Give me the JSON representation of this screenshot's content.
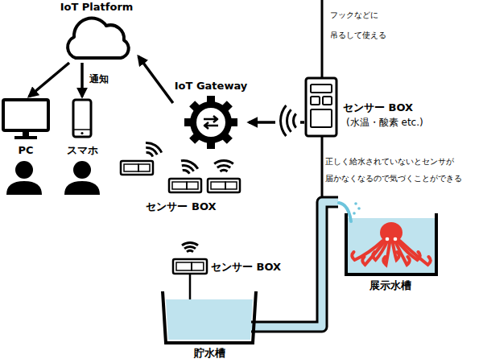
{
  "diagram": {
    "nodes": [
      {
        "text": [
          "IoT Platform"
        ]
      },
      {
        "text": [
          "PC"
        ]
      },
      {
        "text": [
          "スマホ"
        ]
      },
      {
        "text": [
          "IoT Gateway"
        ]
      },
      {
        "text": [
          "センサー BOX",
          "(水温・酸素 etc.)"
        ]
      },
      {
        "text": [
          "センサー BOX"
        ]
      },
      {
        "text": [
          "センサー BOX"
        ]
      },
      {
        "text": [
          "展示水槽"
        ]
      },
      {
        "text": [
          "貯水槽"
        ]
      }
    ],
    "edges": [
      {
        "from": 0,
        "to": 1,
        "arrow": "to"
      },
      {
        "from": 0,
        "to": 2,
        "label": "通知",
        "arrow": "to"
      },
      {
        "from": 3,
        "to": 0,
        "arrow": "to"
      },
      {
        "from": 4,
        "to": 3,
        "arrow": "to"
      },
      {
        "from": 8,
        "to": 7,
        "arrow": "none"
      }
    ],
    "labels": [
      "フックなどに 吊るして使える",
      "正しく給水されていないとセンサが 届かなくなるので気づくことができる"
    ]
  }
}
